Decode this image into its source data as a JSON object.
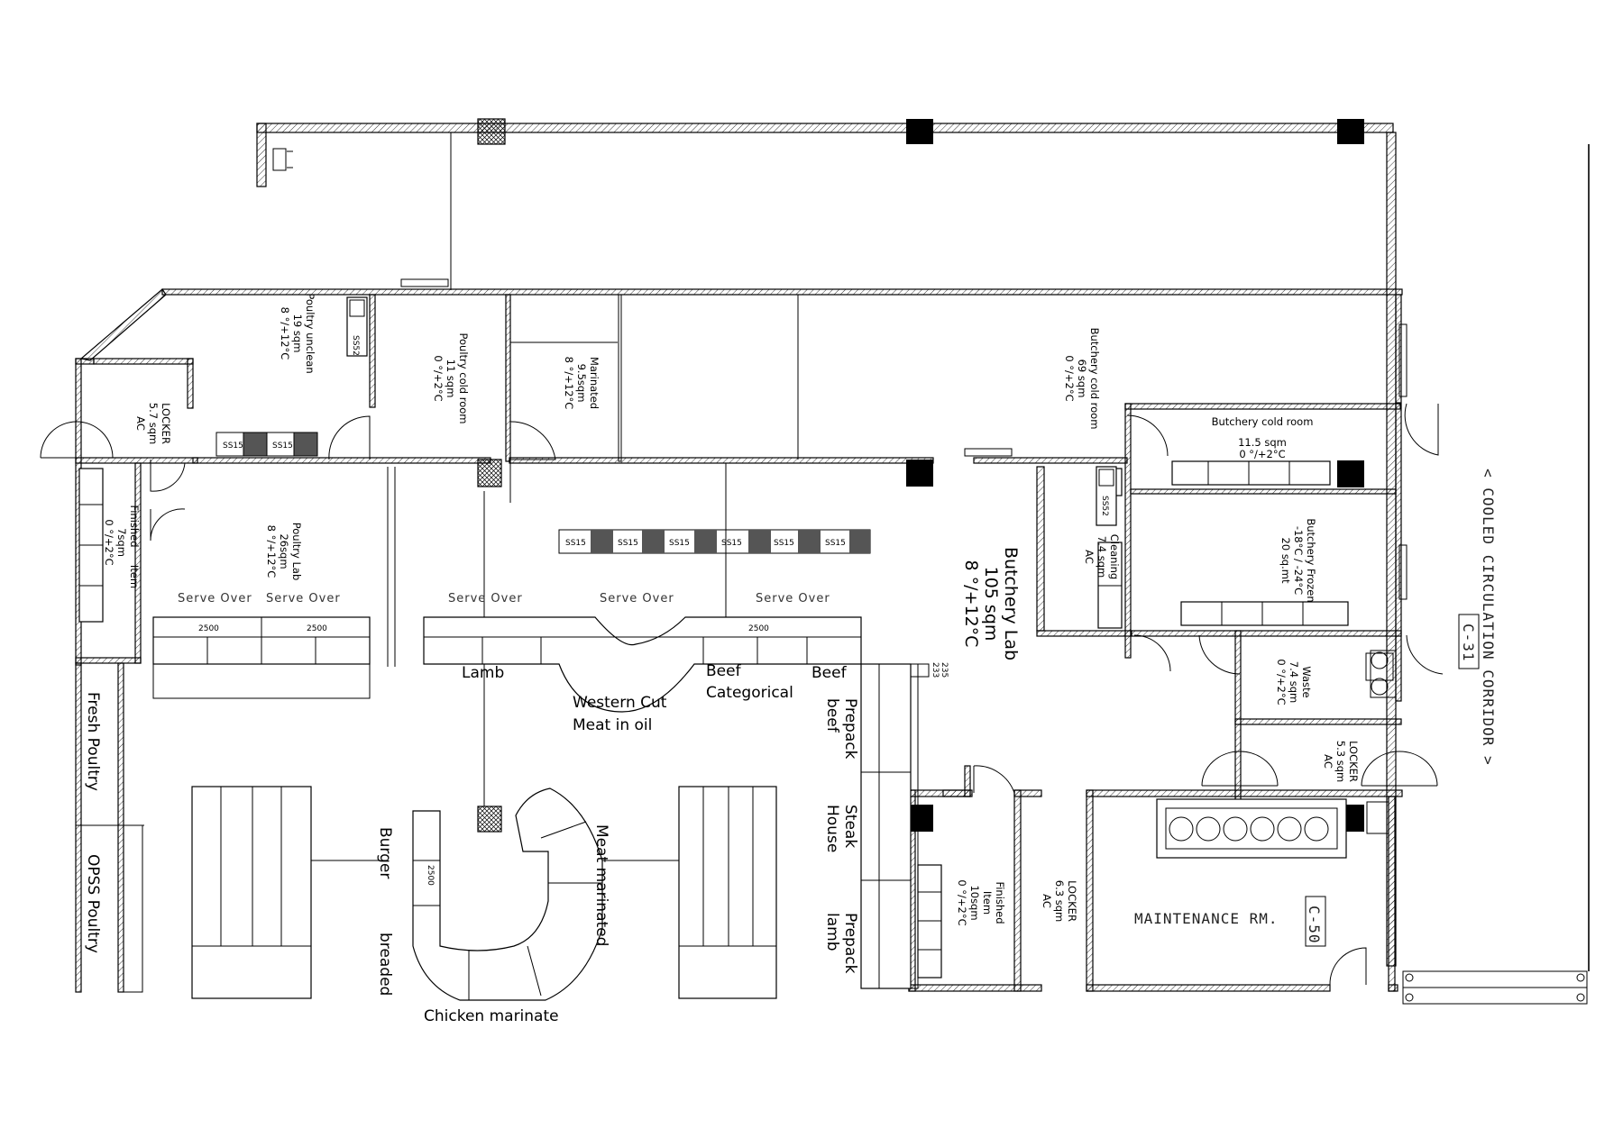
{
  "rooms": {
    "poultry_unclean": {
      "name": "Poultry unclean",
      "area": "19 sqm",
      "temp": "8 °/+12°C"
    },
    "poultry_cold": {
      "name": "Poultry cold room",
      "area": "11 sqm",
      "temp": "0 °/+2°C"
    },
    "marinated": {
      "name": "Marinated",
      "area": "9.5sqm",
      "temp": "8 °/+12°C"
    },
    "butchery_cold_large": {
      "name": "Butchery cold room",
      "area": "69 sqm",
      "temp": "0 °/+2°C"
    },
    "butchery_cold_small": {
      "name": "Butchery cold room",
      "area": "11.5 sqm",
      "temp": "0 °/+2°C"
    },
    "locker_left": {
      "name": "LOCKER",
      "area": "5.7 sqm",
      "note": "AC"
    },
    "finished_left": {
      "name": "Finished",
      "item": "Item",
      "area": "7sqm",
      "temp": "0 °/+2°C"
    },
    "poultry_lab": {
      "name": "Poultry Lab",
      "area": "26sqm",
      "temp": "8 °/+12°C"
    },
    "butchery_lab": {
      "name": "Butchery Lab",
      "area": "105 sqm",
      "temp": "8 °/+12°C"
    },
    "cleaning": {
      "name": "Cleaning",
      "area": "7.4 sqm",
      "note": "AC"
    },
    "butchery_frozen": {
      "name": "Butchery Frozen",
      "temp": "-18°C / -24°C",
      "area": "20 sq.mt"
    },
    "waste": {
      "name": "Waste",
      "area": "7.4 sqm",
      "temp": "0 °/+2°C"
    },
    "locker_right": {
      "name": "LOCKER",
      "area": "5.3 sqm",
      "note": "AC"
    },
    "finished_right": {
      "name": "Finished",
      "item": "Item",
      "area": "10sqm",
      "temp": "0 °/+2°C"
    },
    "locker_mid": {
      "name": "LOCKER",
      "area": "6.3 sqm",
      "note": "AC"
    },
    "maintenance": {
      "name": "MAINTENANCE RM.",
      "code": "C-50"
    }
  },
  "corridor": {
    "label": "< COOLED CIRCULATION CORRIDOR >",
    "code": "C-31"
  },
  "counters": {
    "serve_over": "Serve Over",
    "dim": "2500",
    "lamb": "Lamb",
    "western_cut": "Western Cut",
    "meat_in_oil": "Meat in oil",
    "beef_categorical_1": "Beef",
    "beef_categorical_2": "Categorical",
    "beef": "Beef",
    "prepack_beef_1": "Prepack",
    "prepack_beef_2": "beef",
    "steak_house_1": "Steak",
    "steak_house_2": "House",
    "prepack_lamb_1": "Prepack",
    "prepack_lamb_2": "lamb",
    "fresh_poultry": "Fresh Poultry",
    "opss_poultry": "OPSS Poultry",
    "burger": "Burger",
    "breaded": "breaded",
    "meat_marinated": "Meat marinated",
    "chicken_marinate": "Chicken marinate"
  },
  "equipment": {
    "ss15": "SS15",
    "ss52": "SS52",
    "code_233": "233",
    "code_235": "235"
  }
}
